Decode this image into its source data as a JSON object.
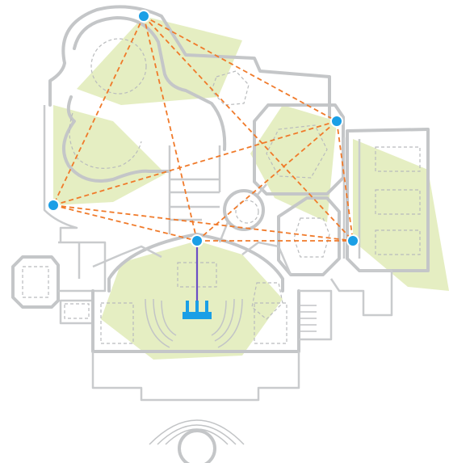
{
  "colors": {
    "coverage": "#cfe08f",
    "mesh_link": "#f07a2a",
    "node": "#1a9fe6",
    "wire": "#6b4fc4",
    "router": "#1a9fe6",
    "wall": "#c4c6c8"
  },
  "icons": {
    "node": "wifi-access-point-icon",
    "router": "router-base-station-icon"
  },
  "diagram": {
    "nodes": [
      "ap-north",
      "ap-west",
      "ap-hall",
      "ap-east-upper",
      "ap-east-lower"
    ],
    "mesh_links": [
      [
        "ap-north",
        "ap-west"
      ],
      [
        "ap-north",
        "ap-hall"
      ],
      [
        "ap-north",
        "ap-east-upper"
      ],
      [
        "ap-north",
        "ap-east-lower"
      ],
      [
        "ap-west",
        "ap-east-upper"
      ],
      [
        "ap-west",
        "ap-hall"
      ],
      [
        "ap-west",
        "ap-east-lower"
      ],
      [
        "ap-hall",
        "ap-east-upper"
      ],
      [
        "ap-hall",
        "ap-east-lower"
      ],
      [
        "ap-east-upper",
        "ap-east-lower"
      ]
    ],
    "wired_link": [
      "router",
      "ap-hall"
    ]
  }
}
